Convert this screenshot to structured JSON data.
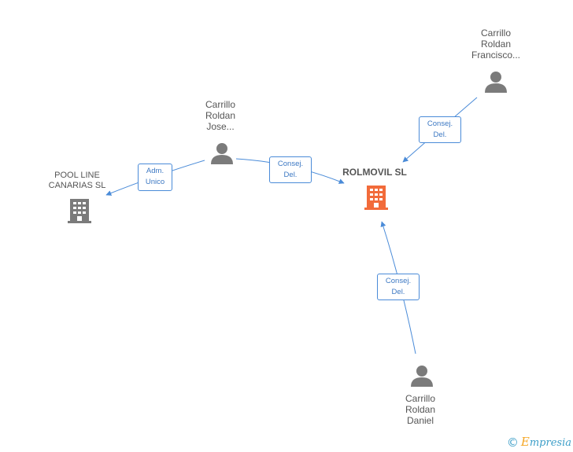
{
  "colors": {
    "edge": "#4a8bd8",
    "person": "#7b7b7b",
    "company": "#7b7b7b",
    "main_company": "#f26b3a"
  },
  "nodes": {
    "main": {
      "label": "ROLMOVIL SL",
      "icon": "building-icon"
    },
    "pool": {
      "line1": "POOL LINE",
      "line2": "CANARIAS SL",
      "icon": "building-icon"
    },
    "jose": {
      "line1": "Carrillo",
      "line2": "Roldan",
      "line3": "Jose...",
      "icon": "person-icon"
    },
    "francisco": {
      "line1": "Carrillo",
      "line2": "Roldan",
      "line3": "Francisco...",
      "icon": "person-icon"
    },
    "daniel": {
      "line1": "Carrillo",
      "line2": "Roldan",
      "line3": "Daniel",
      "icon": "person-icon"
    }
  },
  "edges": {
    "jose_to_pool": {
      "line1": "Adm.",
      "line2": "Unico"
    },
    "jose_to_main": {
      "line1": "Consej.",
      "line2": "Del."
    },
    "francisco_to_main": {
      "line1": "Consej.",
      "line2": "Del."
    },
    "daniel_to_main": {
      "line1": "Consej.",
      "line2": "Del."
    }
  },
  "footer": {
    "copyright": "©",
    "brand_first": "E",
    "brand_rest": "mpresia"
  }
}
